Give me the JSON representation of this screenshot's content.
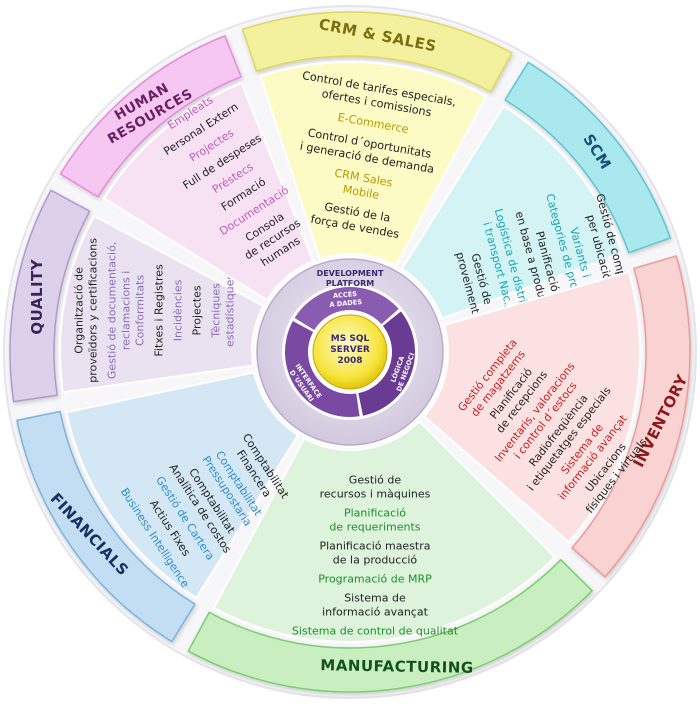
{
  "center": {
    "platform_lines": [
      "DEVELOPMENT",
      "PLATFORM"
    ],
    "acces_lines": [
      "ACCÉS",
      "A DADES"
    ],
    "logica_lines": [
      "LÒGICA",
      "DE NEGOCI"
    ],
    "interface_lines": [
      "INTERFACE",
      "D´USUARI"
    ],
    "db_lines": [
      "MS SQL",
      "SERVER",
      "2008"
    ]
  },
  "sectors": [
    {
      "id": "crm",
      "title": "CRM & SALES",
      "colors": {
        "tab": "#f4f19e",
        "tab_edge": "#ddd85f",
        "inner": "#fcfbc6",
        "text": "#7b6f0f",
        "hl": "#b99a00",
        "dark": "#222222"
      },
      "items": [
        {
          "lines": [
            "Control de tarifes especials,",
            "ofertes i comissions"
          ],
          "style": "dark"
        },
        {
          "lines": [
            "E-Commerce"
          ],
          "style": "hl"
        },
        {
          "lines": [
            "Control d´oportunitats",
            "i generació de demanda"
          ],
          "style": "dark"
        },
        {
          "lines": [
            "CRM Sales",
            "Mobile"
          ],
          "style": "hl"
        },
        {
          "lines": [
            "Gestió de la",
            "força de vendes"
          ],
          "style": "dark"
        }
      ]
    },
    {
      "id": "scm",
      "title": "SCM",
      "colors": {
        "tab": "#a9e9ee",
        "tab_edge": "#5bc6d2",
        "inner": "#d3f3f4",
        "text": "#1d4e7c",
        "hl": "#16a6b6",
        "dark": "#222222"
      },
      "items": [
        {
          "lines": [
            "Gestió de compres",
            "per ubicació"
          ],
          "style": "dark"
        },
        {
          "lines": [
            "Variants i",
            "Categories de producte"
          ],
          "style": "hl"
        },
        {
          "lines": [
            "Planificació",
            "en base a producció"
          ],
          "style": "dark"
        },
        {
          "lines": [
            "Logística de distribució",
            "i transport Nac./Int."
          ],
          "style": "hl"
        },
        {
          "lines": [
            "Gestió de",
            "proveiment"
          ],
          "style": "dark"
        }
      ]
    },
    {
      "id": "inventory",
      "title": "INVENTORY",
      "colors": {
        "tab": "#f9d2d2",
        "tab_edge": "#ec9a9a",
        "inner": "#fbe1e1",
        "text": "#8a1a1a",
        "hl": "#c82020",
        "dark": "#222222"
      },
      "items": [
        {
          "lines": [
            "Gestió completa",
            "de magatzems"
          ],
          "style": "hl"
        },
        {
          "lines": [
            "Planificació",
            "de recepcions"
          ],
          "style": "dark"
        },
        {
          "lines": [
            "Inventaris, valoracions",
            "i control d´estocs"
          ],
          "style": "hl"
        },
        {
          "lines": [
            "Radiofreqüència",
            "i etiquetatges especials"
          ],
          "style": "dark"
        },
        {
          "lines": [
            "Sistema de",
            "informació avançat"
          ],
          "style": "hl"
        },
        {
          "lines": [
            "Ubicacions",
            "físiques i virtuals"
          ],
          "style": "dark"
        }
      ]
    },
    {
      "id": "manufacturing",
      "title": "MANUFACTURING",
      "colors": {
        "tab": "#c9efc1",
        "tab_edge": "#79cf6f",
        "inner": "#ddf3dc",
        "text": "#14521c",
        "hl": "#1f8f2a",
        "dark": "#222222"
      },
      "items": [
        {
          "lines": [
            "Gestió de",
            "recursos i màquines"
          ],
          "style": "dark"
        },
        {
          "lines": [
            "Planificació",
            "de requeriments"
          ],
          "style": "hl"
        },
        {
          "lines": [
            "Planificació maestra",
            "de la producció"
          ],
          "style": "dark"
        },
        {
          "lines": [
            "Programació de MRP"
          ],
          "style": "hl"
        },
        {
          "lines": [
            "Sistema de",
            "informació avançat"
          ],
          "style": "dark"
        },
        {
          "lines": [
            "Sistema de control de qualitat"
          ],
          "style": "hl"
        }
      ]
    },
    {
      "id": "financials",
      "title": "FINANCIALS",
      "colors": {
        "tab": "#c3def2",
        "tab_edge": "#79b4de",
        "inner": "#d3e7f5",
        "text": "#18305f",
        "hl": "#2f8fc8",
        "dark": "#222222"
      },
      "items": [
        {
          "lines": [
            "Comptabilitat",
            "Financera"
          ],
          "style": "dark"
        },
        {
          "lines": [
            "Comptabilitat",
            "Pressupostaria"
          ],
          "style": "hl"
        },
        {
          "lines": [
            "Comptabilitat",
            "Analítica de costos"
          ],
          "style": "dark"
        },
        {
          "lines": [
            "Gestió de Cartera"
          ],
          "style": "hl"
        },
        {
          "lines": [
            "Actius Fixes"
          ],
          "style": "dark"
        },
        {
          "lines": [
            "Business Intelligence"
          ],
          "style": "hl"
        }
      ]
    },
    {
      "id": "quality",
      "title": "QUALITY",
      "colors": {
        "tab": "#ddd0ea",
        "tab_edge": "#b09acc",
        "inner": "#ebe2f1",
        "text": "#3a2358",
        "hl": "#8a6fb5",
        "dark": "#222222"
      },
      "items": [
        {
          "lines": [
            "Organització de",
            "proveïdors y certificacions"
          ],
          "style": "dark"
        },
        {
          "lines": [
            "Gestió de documentació,",
            "reclamacions i",
            "Conformitats"
          ],
          "style": "hl"
        },
        {
          "lines": [
            "Fitxes i Registres"
          ],
          "style": "dark"
        },
        {
          "lines": [
            "Incidències"
          ],
          "style": "hl"
        },
        {
          "lines": [
            "Projectes"
          ],
          "style": "dark"
        },
        {
          "lines": [
            "Tècniques",
            "estadístiques"
          ],
          "style": "hl"
        }
      ]
    },
    {
      "id": "hr",
      "title": "HUMAN RESOURCES",
      "title_lines": [
        "HUMAN",
        "RESOURCES"
      ],
      "colors": {
        "tab": "#f6c7f0",
        "tab_edge": "#e58bd9",
        "inner": "#f7e2f4",
        "text": "#6a1f63",
        "hl": "#c05bb6",
        "dark": "#222222"
      },
      "items": [
        {
          "lines": [
            "Empleats"
          ],
          "style": "hl"
        },
        {
          "lines": [
            "Personal Extern"
          ],
          "style": "dark"
        },
        {
          "lines": [
            "Projectes"
          ],
          "style": "hl"
        },
        {
          "lines": [
            "Full de despeses"
          ],
          "style": "dark"
        },
        {
          "lines": [
            "Préstecs"
          ],
          "style": "hl"
        },
        {
          "lines": [
            "Formació"
          ],
          "style": "dark"
        },
        {
          "lines": [
            "Documentació"
          ],
          "style": "hl"
        },
        {
          "lines": [
            "Consola",
            "de recursos",
            "humans"
          ],
          "style": "dark"
        }
      ]
    }
  ]
}
